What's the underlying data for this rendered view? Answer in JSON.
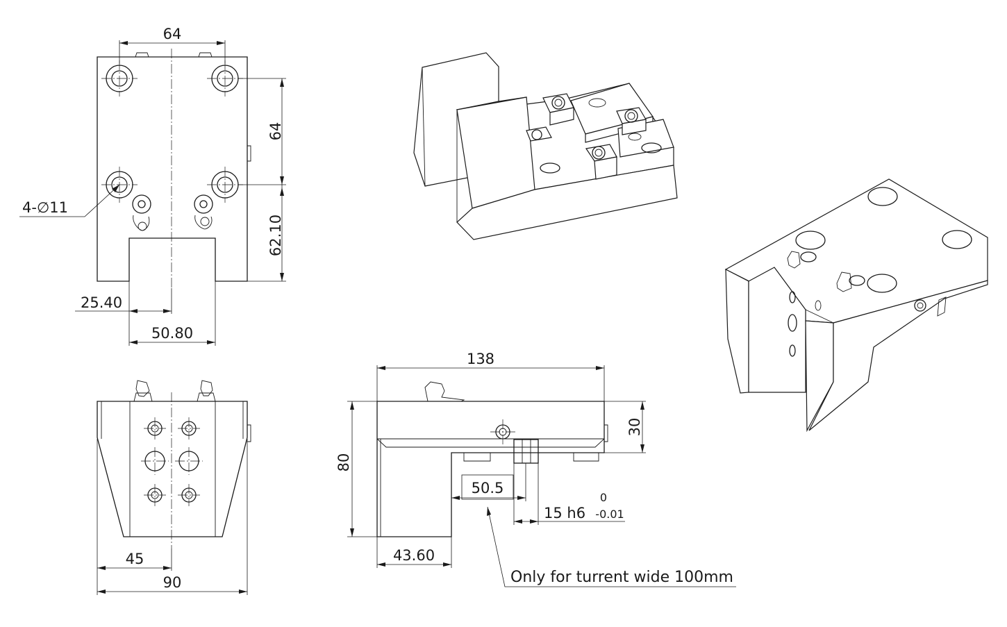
{
  "dimensions": {
    "hole_spacing_horizontal": "64",
    "hole_spacing_vertical": "64",
    "hole_callout": "4-∅11",
    "height_lower": "62.10",
    "offset_centerline": "25.40",
    "slot_width": "50.80",
    "front_half_width": "45",
    "front_total_width": "90",
    "side_length": "138",
    "side_height_top": "30",
    "side_total_height": "80",
    "side_bottom_offset": "43.60",
    "side_boxed_value": "50.5",
    "shank_size": "15 h6",
    "tol_upper": "0",
    "tol_lower": "-0.01"
  },
  "note": "Only for turrent wide 100mm"
}
